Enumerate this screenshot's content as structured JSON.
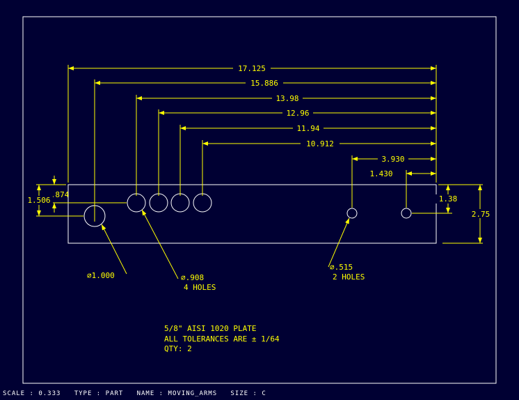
{
  "dimensions": {
    "d17125": "17.125",
    "d15886": "15.886",
    "d1398": "13.98",
    "d1296": "12.96",
    "d1194": "11.94",
    "d10912": "10.912",
    "d3930": "3.930",
    "d1430": "1.430",
    "d874": ".874",
    "d1506": "1.506",
    "d138": "1.38",
    "d275": "2.75"
  },
  "callouts": {
    "hole_large": "⌀1.000",
    "hole_908": "⌀.908",
    "hole_908_qty": "4 HOLES",
    "hole_515": "⌀.515",
    "hole_515_qty": "2 HOLES"
  },
  "notes": {
    "material": "5/8\" AISI 1020 PLATE",
    "tolerance": "ALL TOLERANCES ARE ± 1/64",
    "quantity": "QTY: 2"
  },
  "status": {
    "scale": "SCALE : 0.333",
    "type": "TYPE : PART",
    "name": "NAME : MOVING_ARMS",
    "size": "SIZE : C"
  }
}
